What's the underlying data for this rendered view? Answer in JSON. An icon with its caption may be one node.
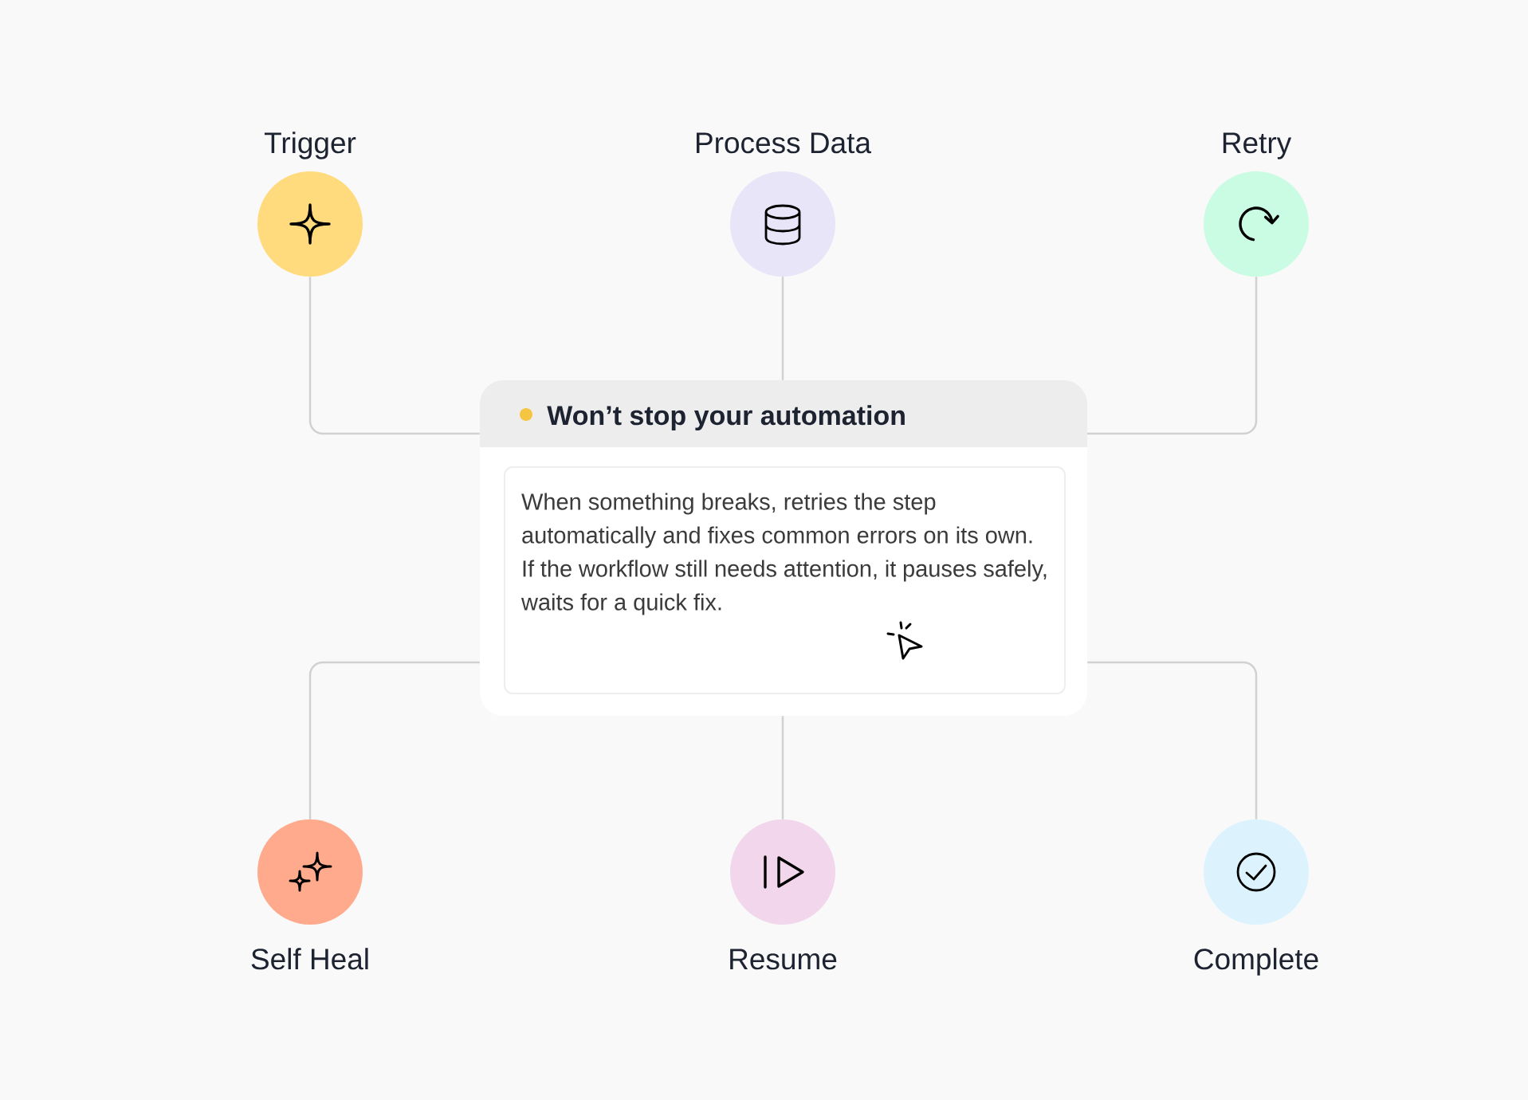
{
  "diagram": {
    "nodes": [
      {
        "text": [
          "Trigger"
        ]
      },
      {
        "text": [
          "Process Data"
        ]
      },
      {
        "text": [
          "Retry"
        ]
      },
      {
        "text": [
          "Won’t stop your automation"
        ]
      },
      {
        "text": [
          "When something breaks, retries the step automatically and fixes common errors on its own. If the workflow still needs attention, it pauses safely, waits for a quick fix."
        ],
        "in": 3
      },
      {
        "text": [
          "Self Heal"
        ]
      },
      {
        "text": [
          "Resume"
        ]
      },
      {
        "text": [
          "Complete"
        ]
      }
    ],
    "edges": [
      {
        "from": 0,
        "to": 3,
        "arrow": "none"
      },
      {
        "from": 1,
        "to": 3,
        "arrow": "none"
      },
      {
        "from": 2,
        "to": 3,
        "arrow": "none"
      },
      {
        "from": 3,
        "to": 5,
        "arrow": "none"
      },
      {
        "from": 3,
        "to": 6,
        "arrow": "none"
      },
      {
        "from": 3,
        "to": 7,
        "arrow": "none"
      }
    ]
  }
}
